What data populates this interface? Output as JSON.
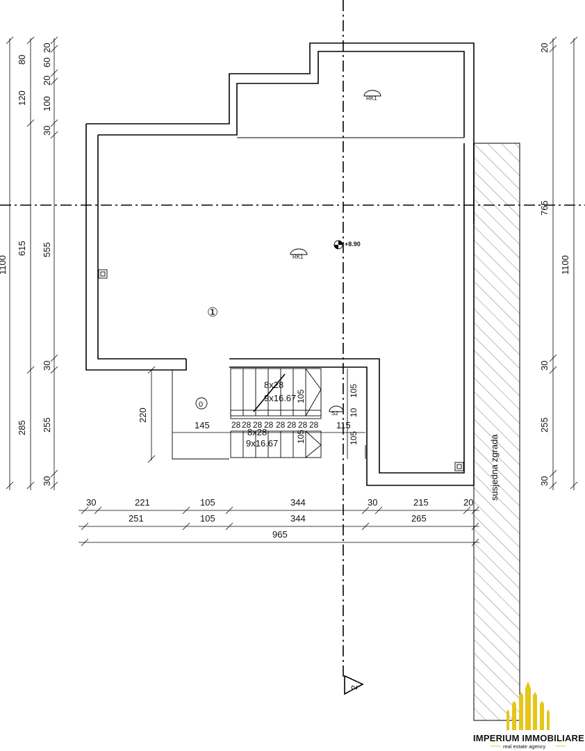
{
  "drawing": {
    "dims_top": [
      "30",
      "221",
      "105",
      "344",
      "30",
      "215",
      "20"
    ],
    "dims_mid": [
      "251",
      "105",
      "344",
      "265"
    ],
    "dims_total": "965",
    "dims_left_outer": [
      "1100"
    ],
    "dims_left_a": [
      "80",
      "120",
      "615",
      "285"
    ],
    "dims_left_b": [
      "20",
      "60",
      "20",
      "100",
      "30",
      "555",
      "30",
      "255",
      "30"
    ],
    "dims_right_inner": [
      "20",
      "765",
      "30",
      "255",
      "30"
    ],
    "dims_right_outer": "1100",
    "room_upper": "①",
    "room_lower": "0",
    "tag_rk1_a": "RK1",
    "tag_rk1_b": "RK1",
    "tag_s2": "S2",
    "elevation": "+8.90",
    "stair_upper_1": "8x28",
    "stair_upper_2": "9x16.67",
    "stair_lower_1": "8x28",
    "stair_lower_2": "9x16.67",
    "tread_labels": [
      "28",
      "28",
      "28",
      "28",
      "28",
      "28",
      "28",
      "28"
    ],
    "dim_220": "220",
    "dim_145": "145",
    "dim_115": "115",
    "dim_105_a": "105",
    "dim_105_b": "105",
    "dim_105_c": "105",
    "dim_105_d": "105",
    "dim_10": "10",
    "neighbour_label": "susjedna zgrada",
    "section_mark": "2"
  },
  "logo": {
    "name": "IMPERIUM IMMOBILIARE",
    "tagline": "real estate agency",
    "color": "#e6c619"
  }
}
